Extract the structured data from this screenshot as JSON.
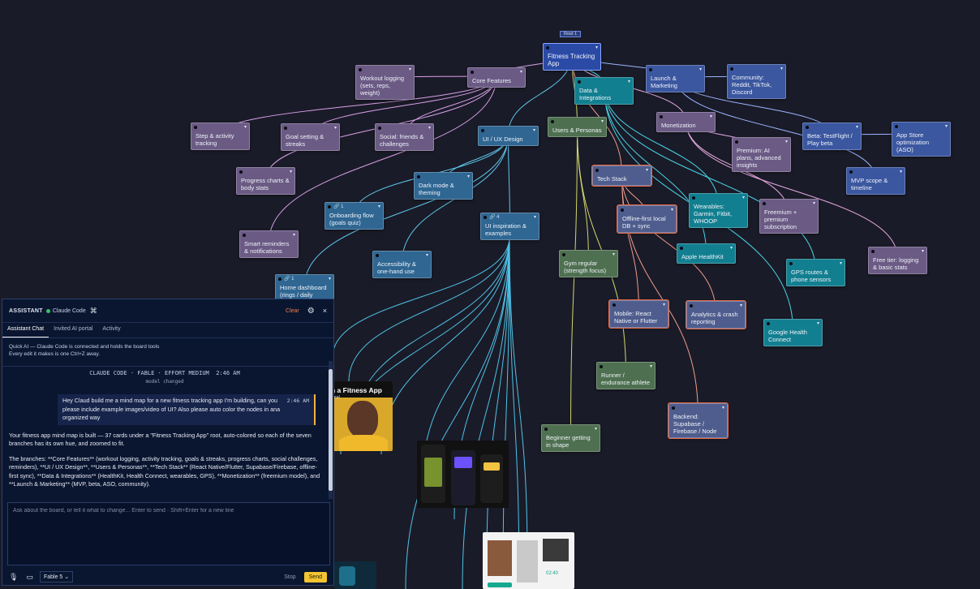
{
  "board": {
    "root_tag": "Root 1",
    "nodes": [
      {
        "id": "root",
        "label": "Fitness Tracking App",
        "color": "root"
      },
      {
        "id": "core",
        "label": "Core Features",
        "color": "purple"
      },
      {
        "id": "workout",
        "label": "Workout logging (sets, reps, weight)",
        "color": "purple"
      },
      {
        "id": "step",
        "label": "Step & activity tracking",
        "color": "purple"
      },
      {
        "id": "goal",
        "label": "Goal setting & streaks",
        "color": "purple"
      },
      {
        "id": "social",
        "label": "Social: friends & challenges",
        "color": "purple"
      },
      {
        "id": "progress",
        "label": "Progress charts & body stats",
        "color": "purple"
      },
      {
        "id": "reminders",
        "label": "Smart reminders & notifications",
        "color": "purple"
      },
      {
        "id": "onboard",
        "label": "Onboarding flow (goals quiz)",
        "color": "blue",
        "badge": "1"
      },
      {
        "id": "homedash",
        "label": "Home dashboard (rings / daily",
        "color": "blue",
        "badge": "1"
      },
      {
        "id": "ux",
        "label": "UI / UX Design",
        "color": "blue"
      },
      {
        "id": "dark",
        "label": "Dark mode & theming",
        "color": "blue"
      },
      {
        "id": "access",
        "label": "Accessibility & one-hand use",
        "color": "blue"
      },
      {
        "id": "inspo",
        "label": "UI inspiration & examples",
        "color": "blue",
        "badge": "4"
      },
      {
        "id": "data",
        "label": "Data & Integrations",
        "color": "teal"
      },
      {
        "id": "wear",
        "label": "Wearables: Garmin, Fitbit, WHOOP",
        "color": "teal"
      },
      {
        "id": "healthkit",
        "label": "Apple HealthKit",
        "color": "teal"
      },
      {
        "id": "gps",
        "label": "GPS routes & phone sensors",
        "color": "teal"
      },
      {
        "id": "ghc",
        "label": "Google Health Connect",
        "color": "teal"
      },
      {
        "id": "users",
        "label": "Users & Personas",
        "color": "green"
      },
      {
        "id": "gym",
        "label": "Gym regular (strength focus)",
        "color": "green"
      },
      {
        "id": "runner",
        "label": "Runner / endurance athlete",
        "color": "green"
      },
      {
        "id": "beginner",
        "label": "Beginner getting in shape",
        "color": "green"
      },
      {
        "id": "tech",
        "label": "Tech Stack",
        "color": "slate"
      },
      {
        "id": "offline",
        "label": "Offline-first local DB + sync",
        "color": "slate"
      },
      {
        "id": "mobile",
        "label": "Mobile: React Native or Flutter",
        "color": "slate"
      },
      {
        "id": "analytics",
        "label": "Analytics & crash reporting",
        "color": "slate"
      },
      {
        "id": "backend",
        "label": "Backend: Supabase / Firebase / Node",
        "color": "slate"
      },
      {
        "id": "launch",
        "label": "Launch & Marketing",
        "color": "navy"
      },
      {
        "id": "community",
        "label": "Community: Reddit, TikTok, Discord",
        "color": "navy"
      },
      {
        "id": "beta",
        "label": "Beta: TestFlight / Play beta",
        "color": "navy"
      },
      {
        "id": "aso",
        "label": "App Store optimization (ASO)",
        "color": "navy"
      },
      {
        "id": "mvp",
        "label": "MVP scope & timeline",
        "color": "navy"
      },
      {
        "id": "money",
        "label": "Monetization",
        "color": "purple"
      },
      {
        "id": "premium",
        "label": "Premium: AI plans, advanced insights",
        "color": "purple"
      },
      {
        "id": "freemium",
        "label": "Freemium + premium subscription",
        "color": "purple"
      },
      {
        "id": "freetier",
        "label": "Free tier: logging & basic stats",
        "color": "purple"
      }
    ],
    "video_caption": "n a Fitness App",
    "video_sub": "mal"
  },
  "panel": {
    "title": "ASSISTANT",
    "status": "Claude Code",
    "clear": "Clear",
    "tabs": [
      "Assistant Chat",
      "Invited AI portal",
      "Activity"
    ],
    "info_line1": "Quick AI — Claude Code is connected and holds the board tools",
    "info_line2": "Every edit it makes is one Ctrl+Z away.",
    "meta": "CLAUDE CODE · FABLE · EFFORT MEDIUM",
    "meta_time": "2:46 AM",
    "meta_sub": "model changed",
    "user_msg": "Hey Claud build me a mind map for a new fitness tracking app I'm building, can you please include example images/video of UI? Also please auto color the nodes in ana organized way",
    "user_time": "2:46 AM",
    "reply_p1": "Your fitness app mind map is built — 37 cards under a \"Fitness Tracking App\" root, auto-colored so each of the seven branches has its own hue, and zoomed to fit.",
    "reply_p2": "The branches: **Core Features** (workout logging, activity tracking, goals & streaks, progress charts, social challenges, reminders), **UI / UX Design**, **Users & Personas**, **Tech Stack** (React Native/Flutter, Supabase/Firebase, offline-first sync), **Data & Integrations** (HealthKit, Health Connect, wearables, GPS), **Monetization** (freemium model), and **Launch & Marketing** (MVP, beta, ASO, community).",
    "input_placeholder": "Ask about the board, or tell it what to change... Enter to send · Shift+Enter for a new line",
    "model": "Fable 5",
    "stop": "Stop",
    "send": "Send"
  }
}
